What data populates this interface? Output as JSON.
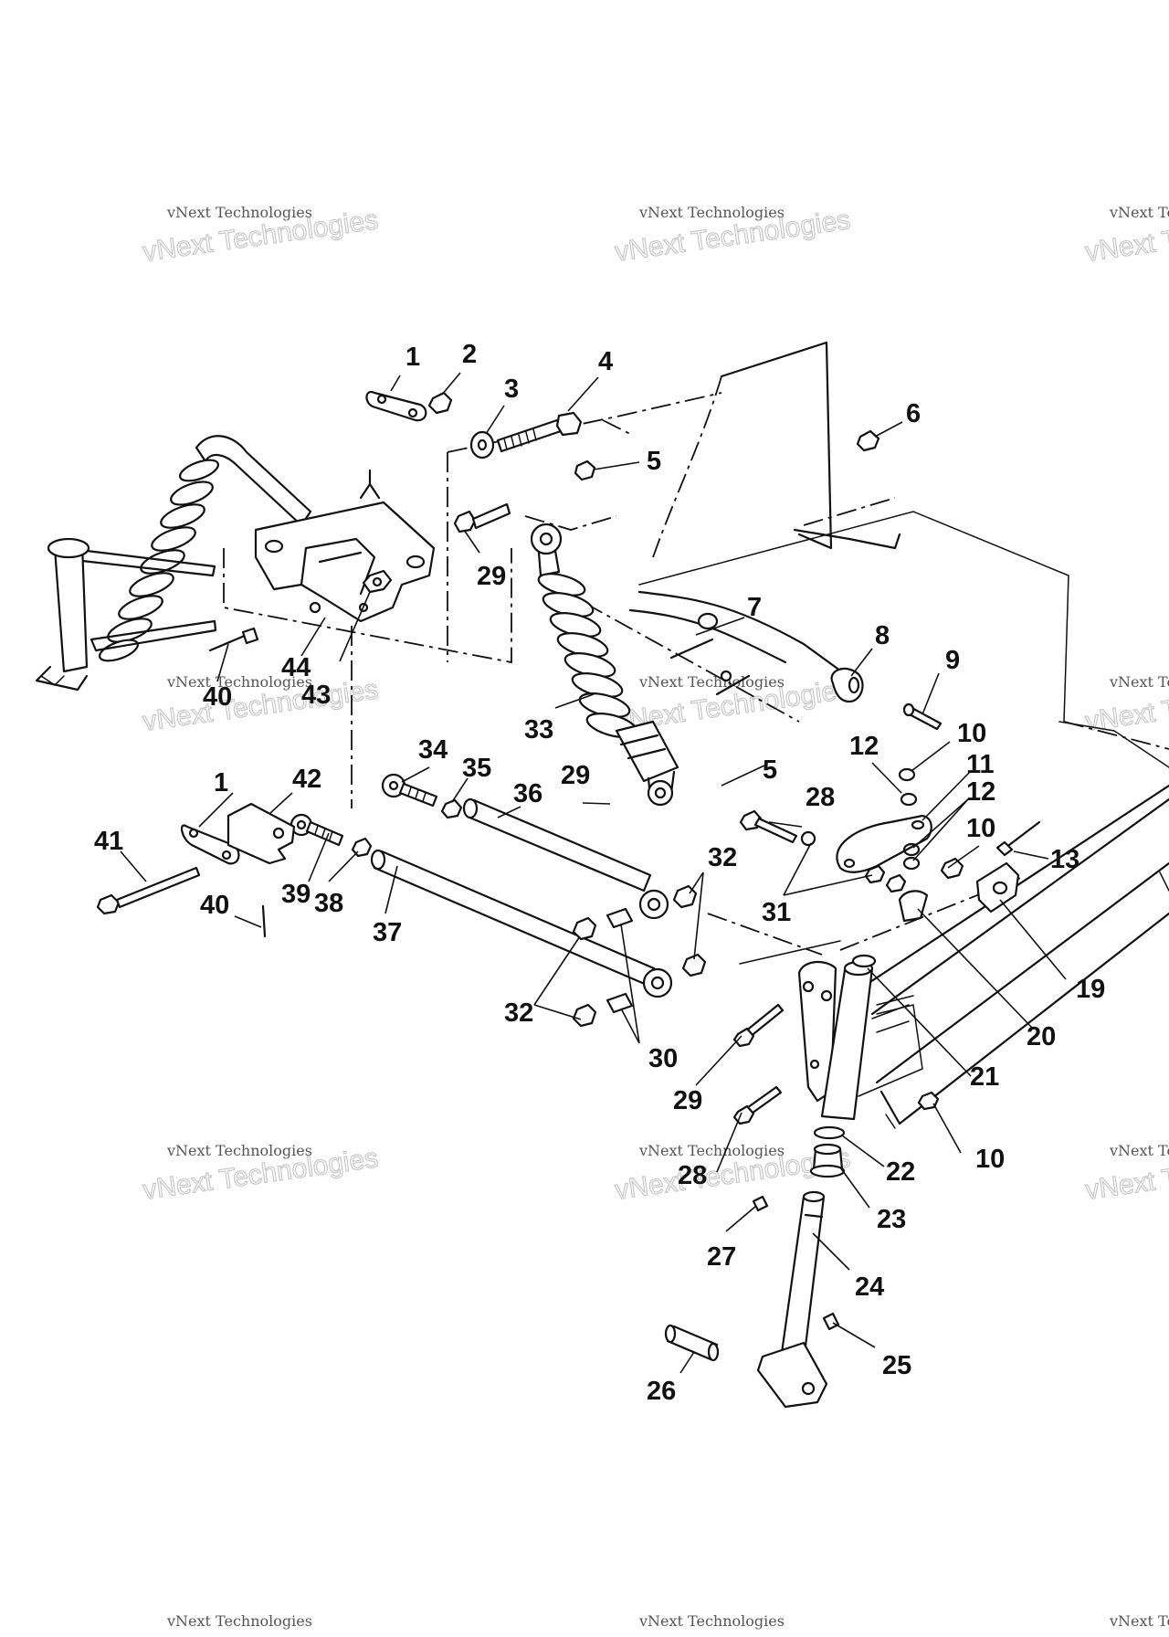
{
  "diagram": {
    "callouts": [
      {
        "id": "c-1a",
        "text": "1"
      },
      {
        "id": "c-2",
        "text": "2"
      },
      {
        "id": "c-3",
        "text": "3"
      },
      {
        "id": "c-4",
        "text": "4"
      },
      {
        "id": "c-5a",
        "text": "5"
      },
      {
        "id": "c-6",
        "text": "6"
      },
      {
        "id": "c-29a",
        "text": "29"
      },
      {
        "id": "c-7",
        "text": "7"
      },
      {
        "id": "c-8",
        "text": "8"
      },
      {
        "id": "c-9",
        "text": "9"
      },
      {
        "id": "c-44",
        "text": "44"
      },
      {
        "id": "c-43",
        "text": "43"
      },
      {
        "id": "c-40a",
        "text": "40"
      },
      {
        "id": "c-33",
        "text": "33"
      },
      {
        "id": "c-10a",
        "text": "10"
      },
      {
        "id": "c-12a",
        "text": "12"
      },
      {
        "id": "c-11",
        "text": "11"
      },
      {
        "id": "c-12b",
        "text": "12"
      },
      {
        "id": "c-34",
        "text": "34"
      },
      {
        "id": "c-35",
        "text": "35"
      },
      {
        "id": "c-5b",
        "text": "5"
      },
      {
        "id": "c-29b",
        "text": "29"
      },
      {
        "id": "c-1b",
        "text": "1"
      },
      {
        "id": "c-42",
        "text": "42"
      },
      {
        "id": "c-36",
        "text": "36"
      },
      {
        "id": "c-28a",
        "text": "28"
      },
      {
        "id": "c-10b",
        "text": "10"
      },
      {
        "id": "c-41",
        "text": "41"
      },
      {
        "id": "c-13",
        "text": "13"
      },
      {
        "id": "c-32a",
        "text": "32"
      },
      {
        "id": "c-39",
        "text": "39"
      },
      {
        "id": "c-38",
        "text": "38"
      },
      {
        "id": "c-31",
        "text": "31"
      },
      {
        "id": "c-40b",
        "text": "40"
      },
      {
        "id": "c-37",
        "text": "37"
      },
      {
        "id": "c-19",
        "text": "19"
      },
      {
        "id": "c-20",
        "text": "20"
      },
      {
        "id": "c-32b",
        "text": "32"
      },
      {
        "id": "c-30",
        "text": "30"
      },
      {
        "id": "c-21",
        "text": "21"
      },
      {
        "id": "c-29c",
        "text": "29"
      },
      {
        "id": "c-10c",
        "text": "10"
      },
      {
        "id": "c-22",
        "text": "22"
      },
      {
        "id": "c-28b",
        "text": "28"
      },
      {
        "id": "c-23",
        "text": "23"
      },
      {
        "id": "c-27",
        "text": "27"
      },
      {
        "id": "c-24",
        "text": "24"
      },
      {
        "id": "c-25",
        "text": "25"
      },
      {
        "id": "c-26",
        "text": "26"
      }
    ]
  },
  "watermark": {
    "line_small": "vNext Technologies",
    "line_outline": "vNext Technologies"
  }
}
